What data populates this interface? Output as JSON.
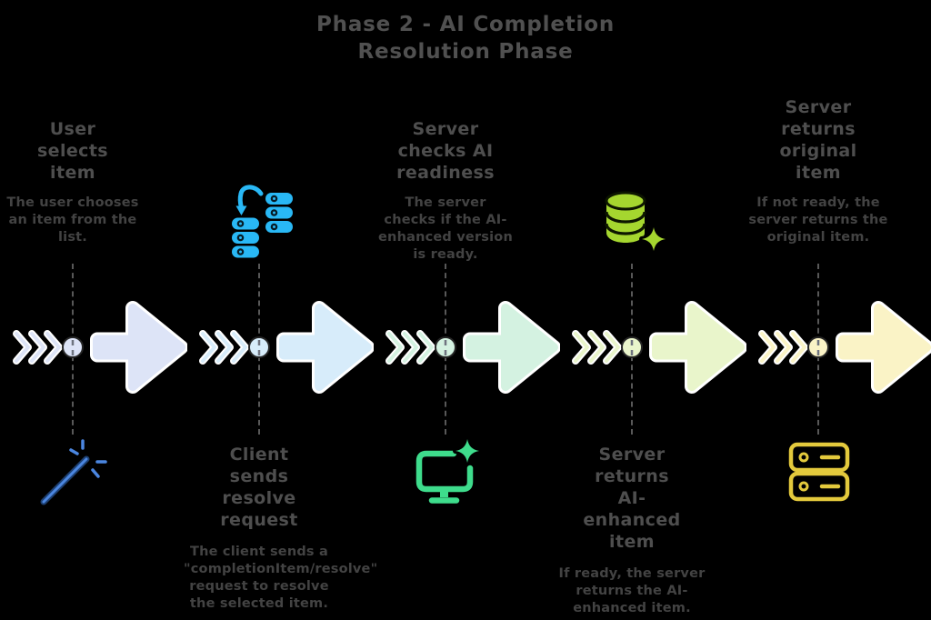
{
  "title": {
    "line1": "Phase 2 - AI Completion",
    "line2": "Resolution Phase"
  },
  "stages": [
    {
      "heading": "User selects item",
      "description": "The user chooses an item from the list.",
      "icon": "magic-wand",
      "text_position": "above-line",
      "arrow_color": "#dde4f7",
      "icon_color": "#4b86e0"
    },
    {
      "heading": "Client sends resolve request",
      "description": "The client sends a \"completionItem/resolve\" request to resolve the selected item.",
      "icon": "queue-transfer",
      "text_position": "below-line",
      "arrow_color": "#d7ecfa",
      "icon_color": "#29b8f5"
    },
    {
      "heading": "Server checks AI readiness",
      "description": "The server checks if the AI-enhanced version is ready.",
      "icon": "monitor-sparkle",
      "text_position": "above-line",
      "arrow_color": "#d4f2e1",
      "icon_color": "#3edc8c"
    },
    {
      "heading": "Server returns AI-enhanced item",
      "description": "If ready, the server returns the AI-enhanced item.",
      "icon": "database-sparkle",
      "text_position": "below-line",
      "arrow_color": "#e9f5cb",
      "icon_color": "#a5d62f"
    },
    {
      "heading": "Server returns original item",
      "description": "If not ready, the server returns the original item.",
      "icon": "server-rack",
      "text_position": "above-line",
      "arrow_color": "#faf3c6",
      "icon_color": "#e3c93c"
    }
  ],
  "colors": {
    "background": "#000000",
    "title_text": "#505050",
    "heading_text": "#4e4e4e",
    "description_text": "#434343",
    "connector": "#585858"
  }
}
